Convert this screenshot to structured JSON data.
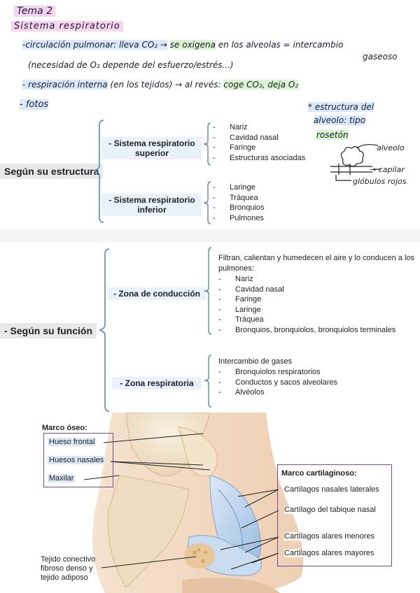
{
  "notes": {
    "title": "Tema 2",
    "subtitle": "Sistema respiratorio",
    "line1_a": "-circulación pulmonar: lleva CO₂ →",
    "line1_b": "se oxigena",
    "line1_c": "en los alveolas = intercambio",
    "line1_d": "gaseoso",
    "line2": "(necesidad de O₂ depende del esfuerzo/estrés...)",
    "line3_a": "- respiración interna",
    "line3_b": "(en los tejidos) → al revés:",
    "line3_c": "coge CO₂, deja O₂",
    "line4": "- fotos",
    "side1": "* estructura del",
    "side2": "alveolo: tipo",
    "side3": "rosetón",
    "side_alveolo": "alveolo",
    "side_capilar": "→ capilar",
    "side_globulos": "glóbulos rojos"
  },
  "estructura": {
    "root": "Según su estructura",
    "superior": {
      "label": "- Sistema respiratorio superior",
      "items": [
        "Nariz",
        "Cavidad nasal",
        "Faringe",
        "Estructuras asociadas"
      ]
    },
    "inferior": {
      "label": "- Sistema respiratorio inferior",
      "items": [
        "Laringe",
        "Tráquea",
        "Bronquios",
        "Pulmones"
      ]
    }
  },
  "funcion": {
    "root": "- Según su función",
    "conduccion": {
      "label": "- Zona de conducción",
      "desc": "Filtran, calientan y humedecen el aire y lo conducen a los pulmones:",
      "items": [
        "Nariz",
        "Cavidad nasal",
        "Faringe",
        "Laringe",
        "Tráquea",
        "Bronquios, bronquiolos, bronquiolos terminales"
      ]
    },
    "respiratoria": {
      "label": "- Zona respiratoria",
      "desc": "Intercambio de gases",
      "items": [
        "Bronquiolos respiratorios",
        "Conductos y sacos alveolares",
        "Alvéolos"
      ]
    }
  },
  "figure": {
    "marco_oseo": "Marco óseo:",
    "hueso_frontal": "Hueso frontal",
    "huesos_nasales": "Huesos nasales",
    "maxilar": "Maxilar",
    "marco_cart": "Marco cartilaginoso:",
    "cart_laterales": "Cartílagos nasales laterales",
    "cart_tabique": "Cartílago del tabique nasal",
    "alares_menores": "Cartílagos alares menores",
    "alares_mayores": "Cartílagos alares mayores",
    "tejido": "Tejido conectivo fibroso denso y tejido adiposo"
  }
}
